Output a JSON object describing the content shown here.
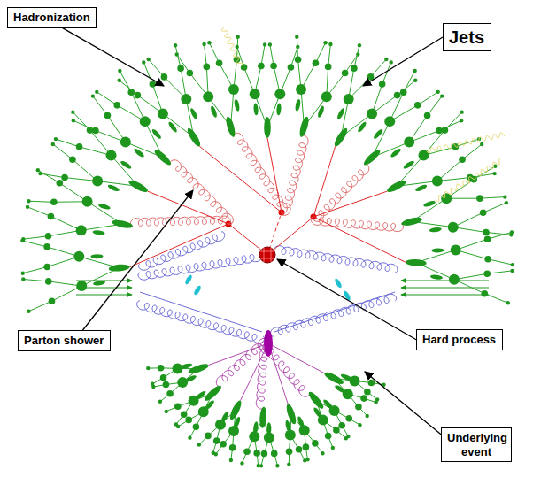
{
  "diagram": {
    "nodes": [
      {
        "text": [
          "Hadronization"
        ]
      },
      {
        "text": [
          "Jets"
        ]
      },
      {
        "text": [
          "Parton shower"
        ]
      },
      {
        "text": [
          "Hard process"
        ]
      },
      {
        "text": [
          "Underlying event"
        ]
      }
    ]
  }
}
